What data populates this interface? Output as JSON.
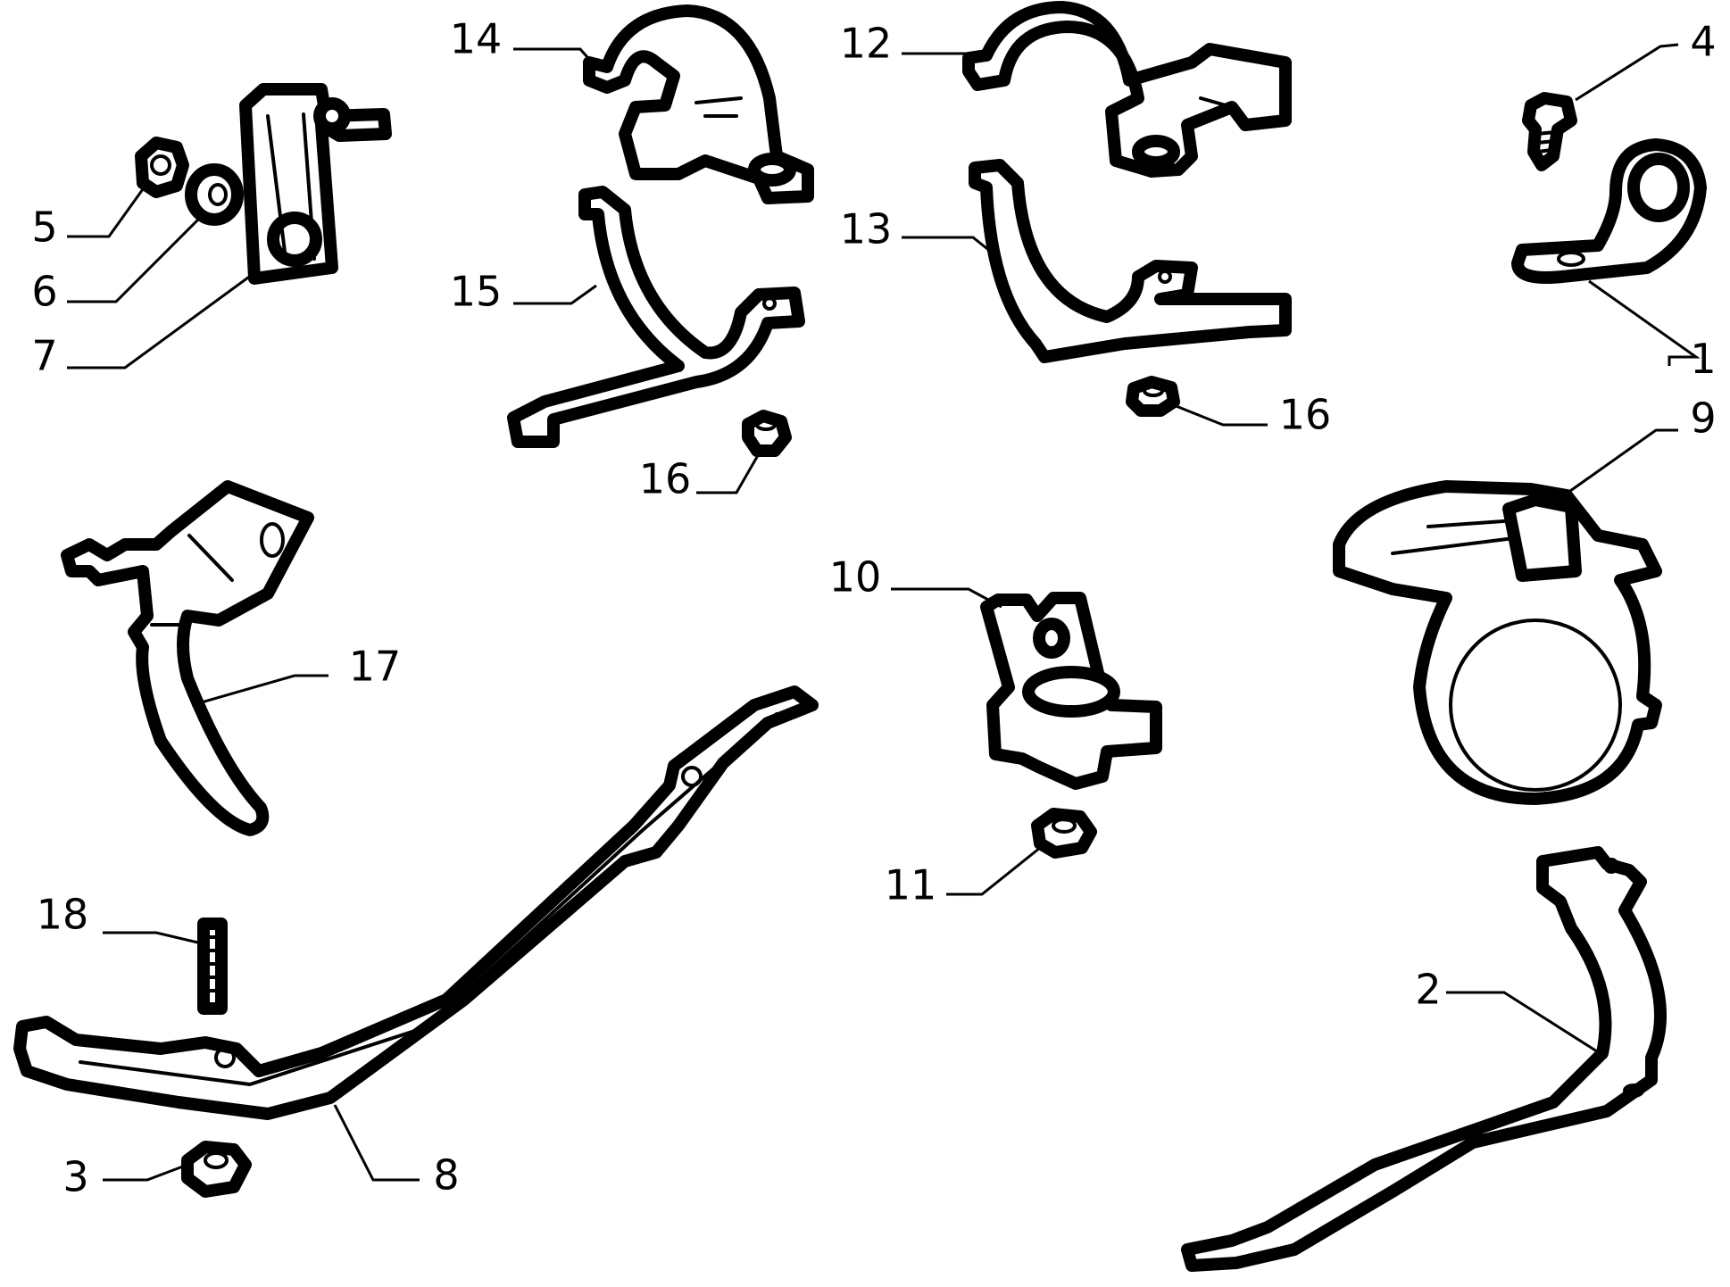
{
  "callouts": [
    {
      "id": "1",
      "label": "1"
    },
    {
      "id": "2",
      "label": "2"
    },
    {
      "id": "3",
      "label": "3"
    },
    {
      "id": "4",
      "label": "4"
    },
    {
      "id": "5",
      "label": "5"
    },
    {
      "id": "6",
      "label": "6"
    },
    {
      "id": "7",
      "label": "7"
    },
    {
      "id": "8",
      "label": "8"
    },
    {
      "id": "9",
      "label": "9"
    },
    {
      "id": "10",
      "label": "10"
    },
    {
      "id": "11",
      "label": "11"
    },
    {
      "id": "12",
      "label": "12"
    },
    {
      "id": "13",
      "label": "13"
    },
    {
      "id": "14",
      "label": "14"
    },
    {
      "id": "15",
      "label": "15"
    },
    {
      "id": "16a",
      "label": "16"
    },
    {
      "id": "16b",
      "label": "16"
    },
    {
      "id": "17",
      "label": "17"
    },
    {
      "id": "18",
      "label": "18"
    }
  ],
  "colors": {
    "line": "#000000",
    "background": "#ffffff"
  }
}
